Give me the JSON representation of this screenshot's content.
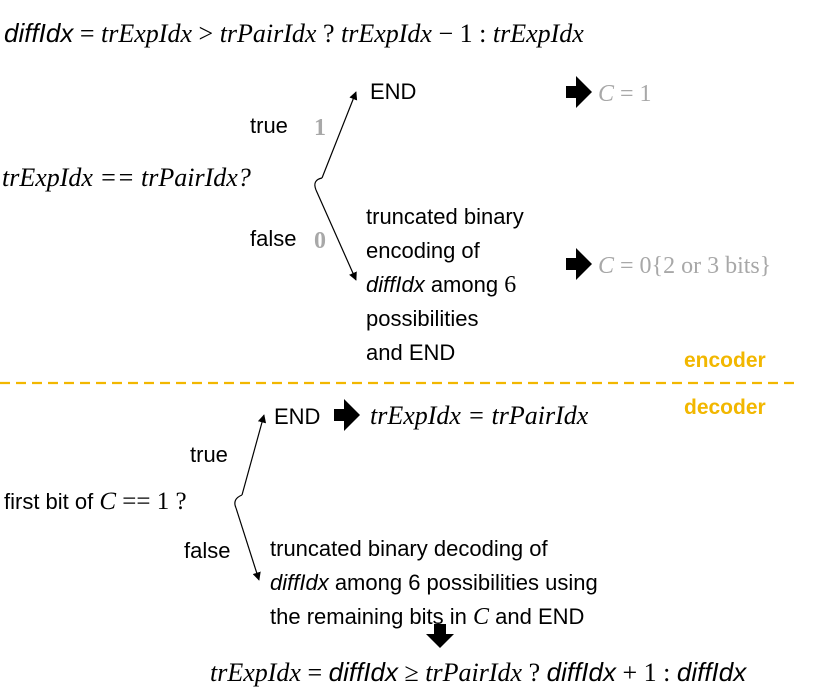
{
  "formulas": {
    "top": {
      "diffidx": "diffIdx",
      "eq": " = ",
      "a": "trExpIdx",
      "gt": " > ",
      "b": "trPairIdx",
      "q": " ? ",
      "c": "trExpIdx",
      "minus": " − 1 : ",
      "d": "trExpIdx"
    },
    "enc_condition": "trExpIdx == trPairIdx?",
    "dec_condition": {
      "pre": "first bit of ",
      "var": "C",
      "post": " == 1 ?"
    },
    "dec_true_result": "trExpIdx = trPairIdx",
    "bottom": {
      "a": "trExpIdx",
      "eq": " = ",
      "diffidx": "diffIdx",
      "geq": " ≥ ",
      "b": "trPairIdx",
      "q": " ? ",
      "diffidx2": "diffIdx",
      "plus": " + 1 : ",
      "diffidx3": "diffIdx"
    }
  },
  "encoder": {
    "true_label": "true",
    "true_bit": "1",
    "false_label": "false",
    "false_bit": "0",
    "end_label": "END",
    "result_true": {
      "var": "C",
      "rest": " = 1"
    },
    "result_false": {
      "var": "C",
      "rest": " = 0{2 or 3 bits}"
    },
    "false_text": {
      "line1": "truncated binary",
      "line2": "encoding of",
      "line3_var": "diffIdx",
      "line3_rest": " among ",
      "line3_num": "6",
      "line4": "possibilities",
      "line5": "and END"
    }
  },
  "decoder": {
    "true_label": "true",
    "false_label": "false",
    "end_label": "END",
    "false_text": {
      "line1": "truncated binary decoding of",
      "line2_var": "diffIdx",
      "line2_rest": " among 6 possibilities using",
      "line3_pre": "the remaining bits in ",
      "line3_var": "C",
      "line3_post": " and END"
    }
  },
  "separator": {
    "encoder_label": "encoder",
    "decoder_label": "decoder",
    "color": "#f2b700"
  },
  "colors": {
    "gray": "#a8a8a8",
    "black": "#000000"
  }
}
